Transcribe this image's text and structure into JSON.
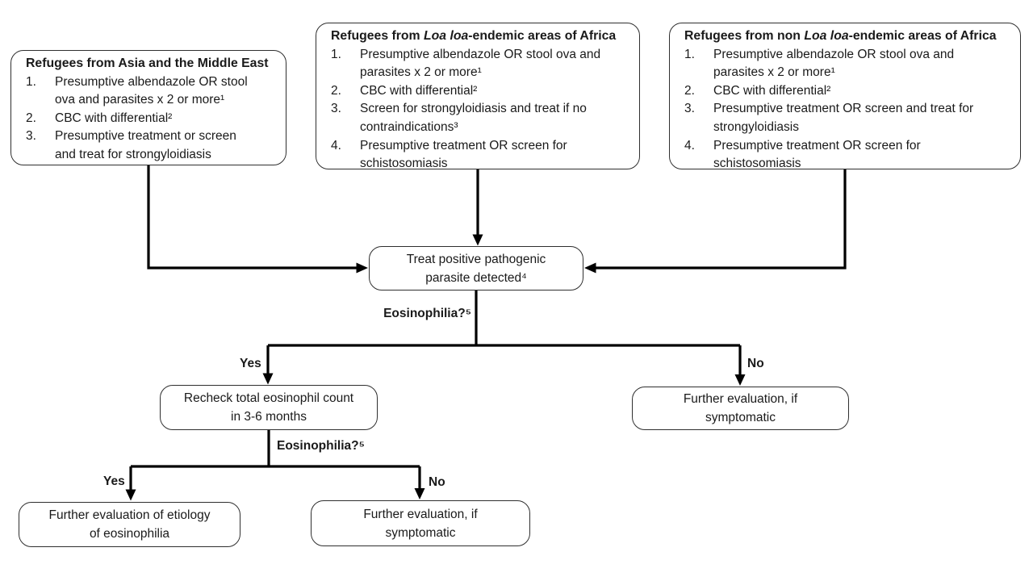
{
  "flowchart": {
    "top_boxes": [
      {
        "title_segments": [
          {
            "text": "Refugees from Asia and the Middle East",
            "italic": false
          }
        ],
        "items": [
          "Presumptive albendazole OR stool ova and parasites x 2 or more¹",
          "CBC with differential²",
          "Presumptive treatment or screen and treat for strongyloidiasis"
        ]
      },
      {
        "title_segments": [
          {
            "text": "Refugees from ",
            "italic": false
          },
          {
            "text": "Loa loa",
            "italic": true
          },
          {
            "text": "-endemic areas of Africa",
            "italic": false
          }
        ],
        "items": [
          "Presumptive albendazole OR stool ova and parasites x 2 or more¹",
          "CBC with differential²",
          "Screen for strongyloidiasis and treat if no contraindications³",
          "Presumptive treatment OR screen for schistosomiasis"
        ]
      },
      {
        "title_segments": [
          {
            "text": "Refugees from non ",
            "italic": false
          },
          {
            "text": "Loa loa",
            "italic": true
          },
          {
            "text": "-endemic areas of Africa",
            "italic": false
          }
        ],
        "items": [
          "Presumptive albendazole OR stool ova and parasites x 2 or more¹",
          "CBC with differential²",
          "Presumptive treatment OR screen and treat for strongyloidiasis",
          "Presumptive treatment OR screen for schistosomiasis"
        ]
      }
    ],
    "treat_box": "Treat positive pathogenic parasite detected⁴",
    "recheck_box": "Recheck total eosinophil count in 3-6 months",
    "no_branch_box": "Further evaluation, if symptomatic",
    "yes_branch_box": "Further evaluation of etiology of eosinophilia",
    "bottom_no_box": "Further evaluation, if symptomatic",
    "labels": {
      "eosinophilia_1": "Eosinophilia?⁵",
      "eosinophilia_2": "Eosinophilia?⁵",
      "branch1_yes": "Yes",
      "branch1_no": "No",
      "branch2_yes": "Yes",
      "branch2_no": "No"
    },
    "colors": {
      "line": "#000000",
      "box_border": "#2f2f2f",
      "background": "#ffffff",
      "text": "#1a1a1a"
    }
  }
}
